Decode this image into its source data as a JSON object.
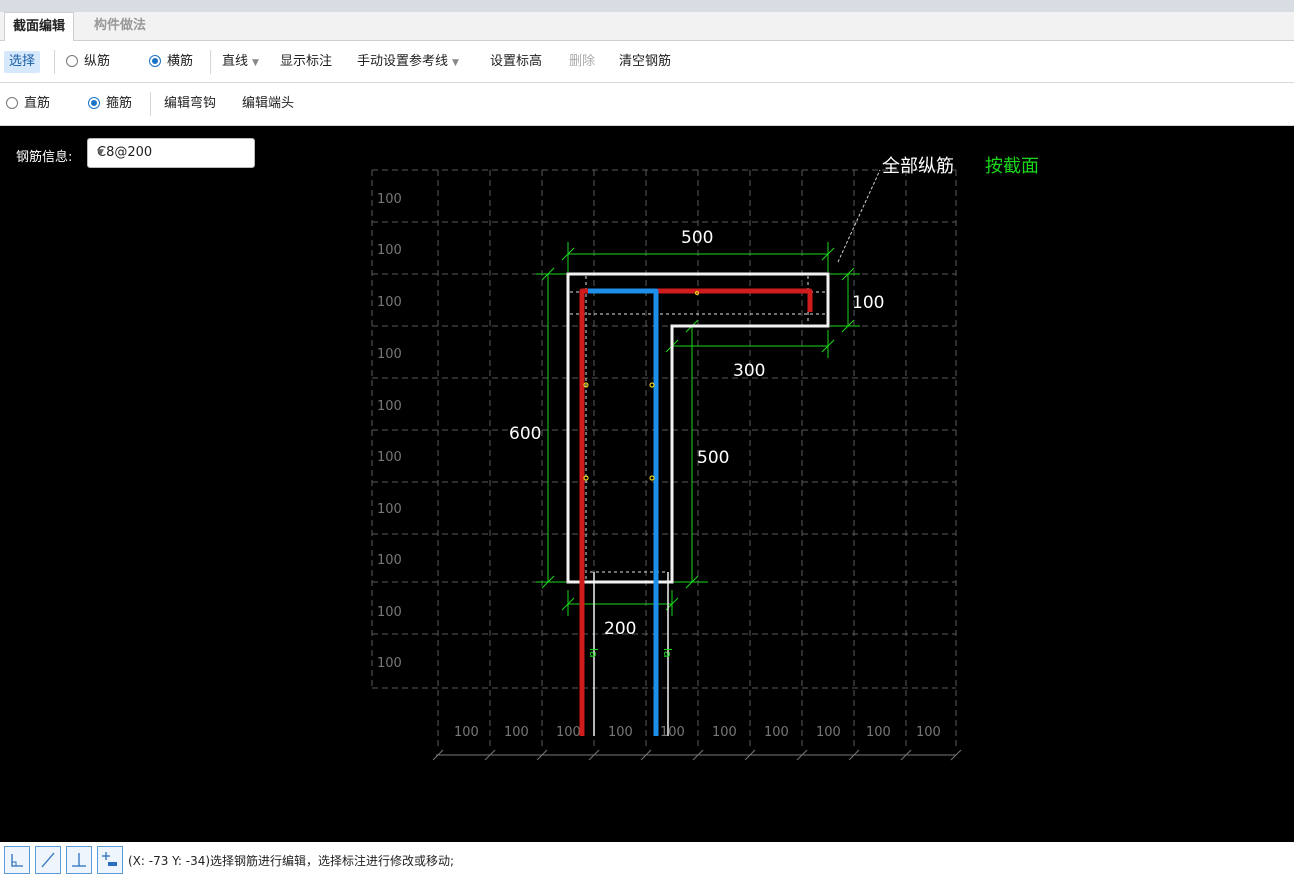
{
  "tabs": [
    {
      "label": "截面编辑"
    },
    {
      "label": "构件做法"
    }
  ],
  "toolbar1": {
    "select": "选择",
    "radio_long": "纵筋",
    "radio_trans": "横筋",
    "line_mode": "直线",
    "show_annot": "显示标注",
    "manual_ref": "手动设置参考线",
    "set_elev": "设置标高",
    "delete": "删除",
    "clear": "清空钢筋"
  },
  "toolbar2": {
    "radio_straight": "直筋",
    "radio_stirrup": "箍筋",
    "edit_hook": "编辑弯钩",
    "edit_end": "编辑端头"
  },
  "rebar_info": {
    "label": "钢筋信息:",
    "value": "C8@200"
  },
  "drawing": {
    "annot_all": "全部纵筋",
    "annot_mode": "按截面",
    "dim_top": "500",
    "dim_right": "100",
    "dim_mid": "300",
    "dim_left": "600",
    "dim_inner": "500",
    "dim_bottom": "200",
    "grid_label": "100",
    "la_label": "la",
    "colors": {
      "red_bar": "#d01c1c",
      "blue_bar": "#1e8fe8",
      "dim": "#1bd81b",
      "grid": "#5a5a5a"
    }
  },
  "status": {
    "icons": [
      "corner-icon",
      "diagonal-icon",
      "perpendicular-icon",
      "add-point-icon"
    ],
    "text": "(X: -73 Y: -34)选择钢筋进行编辑，选择标注进行修改或移动;"
  }
}
